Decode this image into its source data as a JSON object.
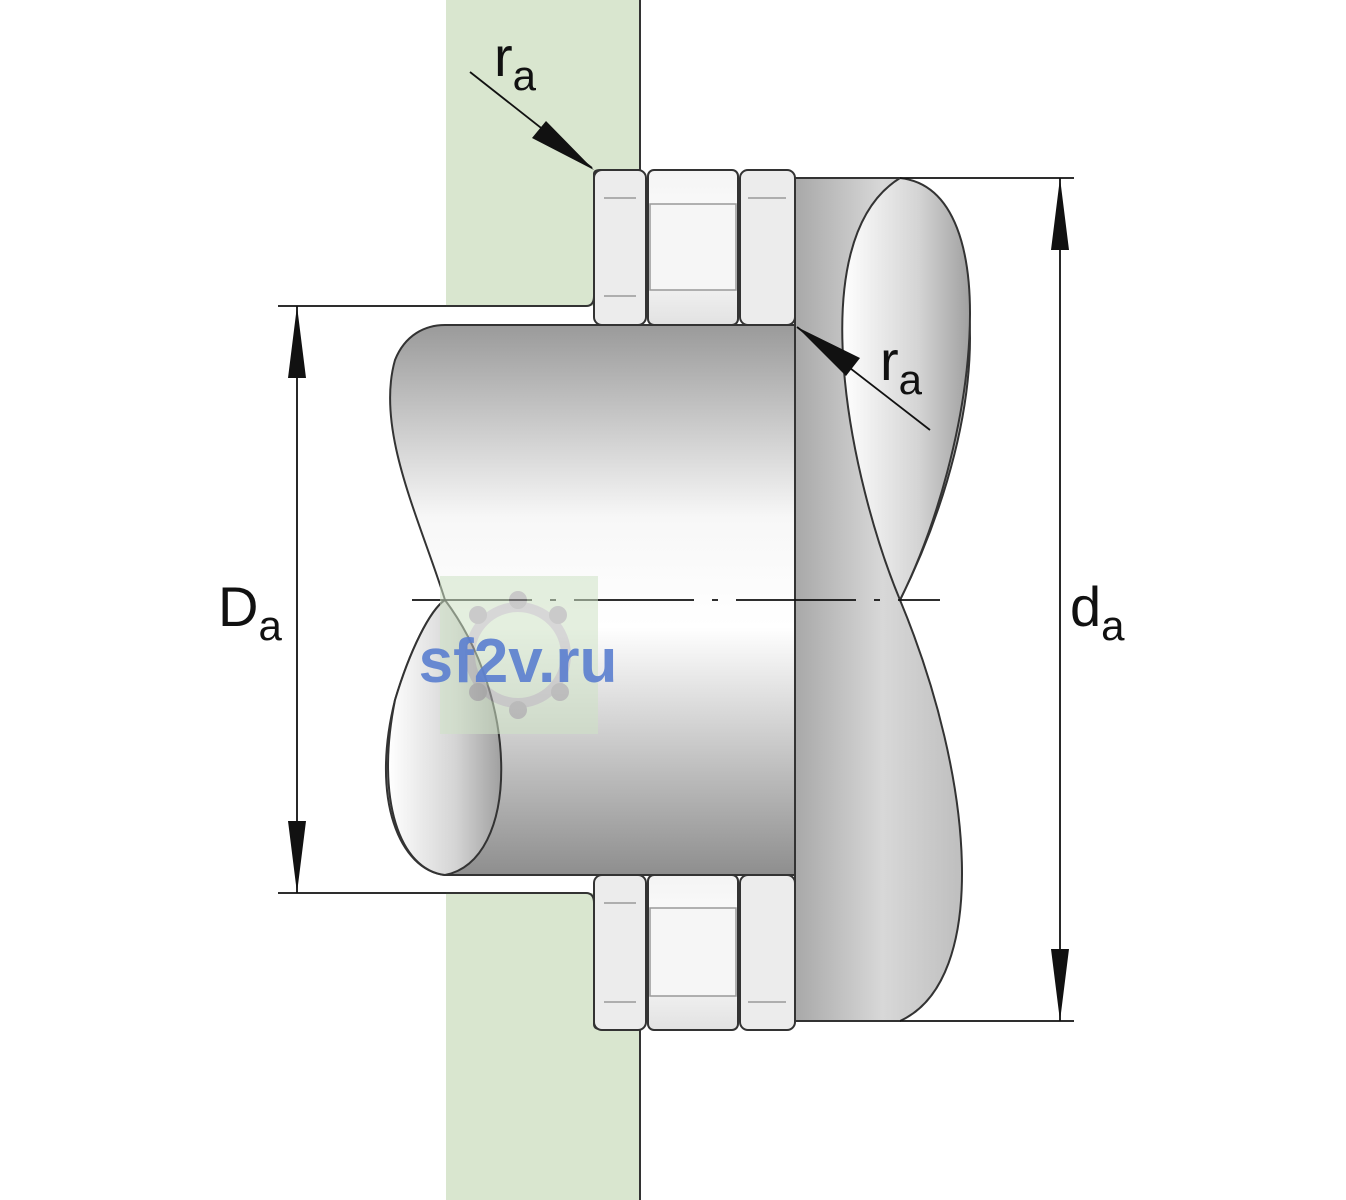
{
  "labels": {
    "ra_top": {
      "main": "r",
      "sub": "a"
    },
    "ra_right": {
      "main": "r",
      "sub": "a"
    },
    "Da": {
      "main": "D",
      "sub": "a"
    },
    "da": {
      "main": "d",
      "sub": "a"
    }
  },
  "watermark": {
    "text": "sf2v.ru",
    "color": "#5b7fd0"
  },
  "colors": {
    "housing": "#d9e6cf",
    "outline": "#333333",
    "bearing_fill": "#ececec",
    "background": "#ffffff"
  }
}
